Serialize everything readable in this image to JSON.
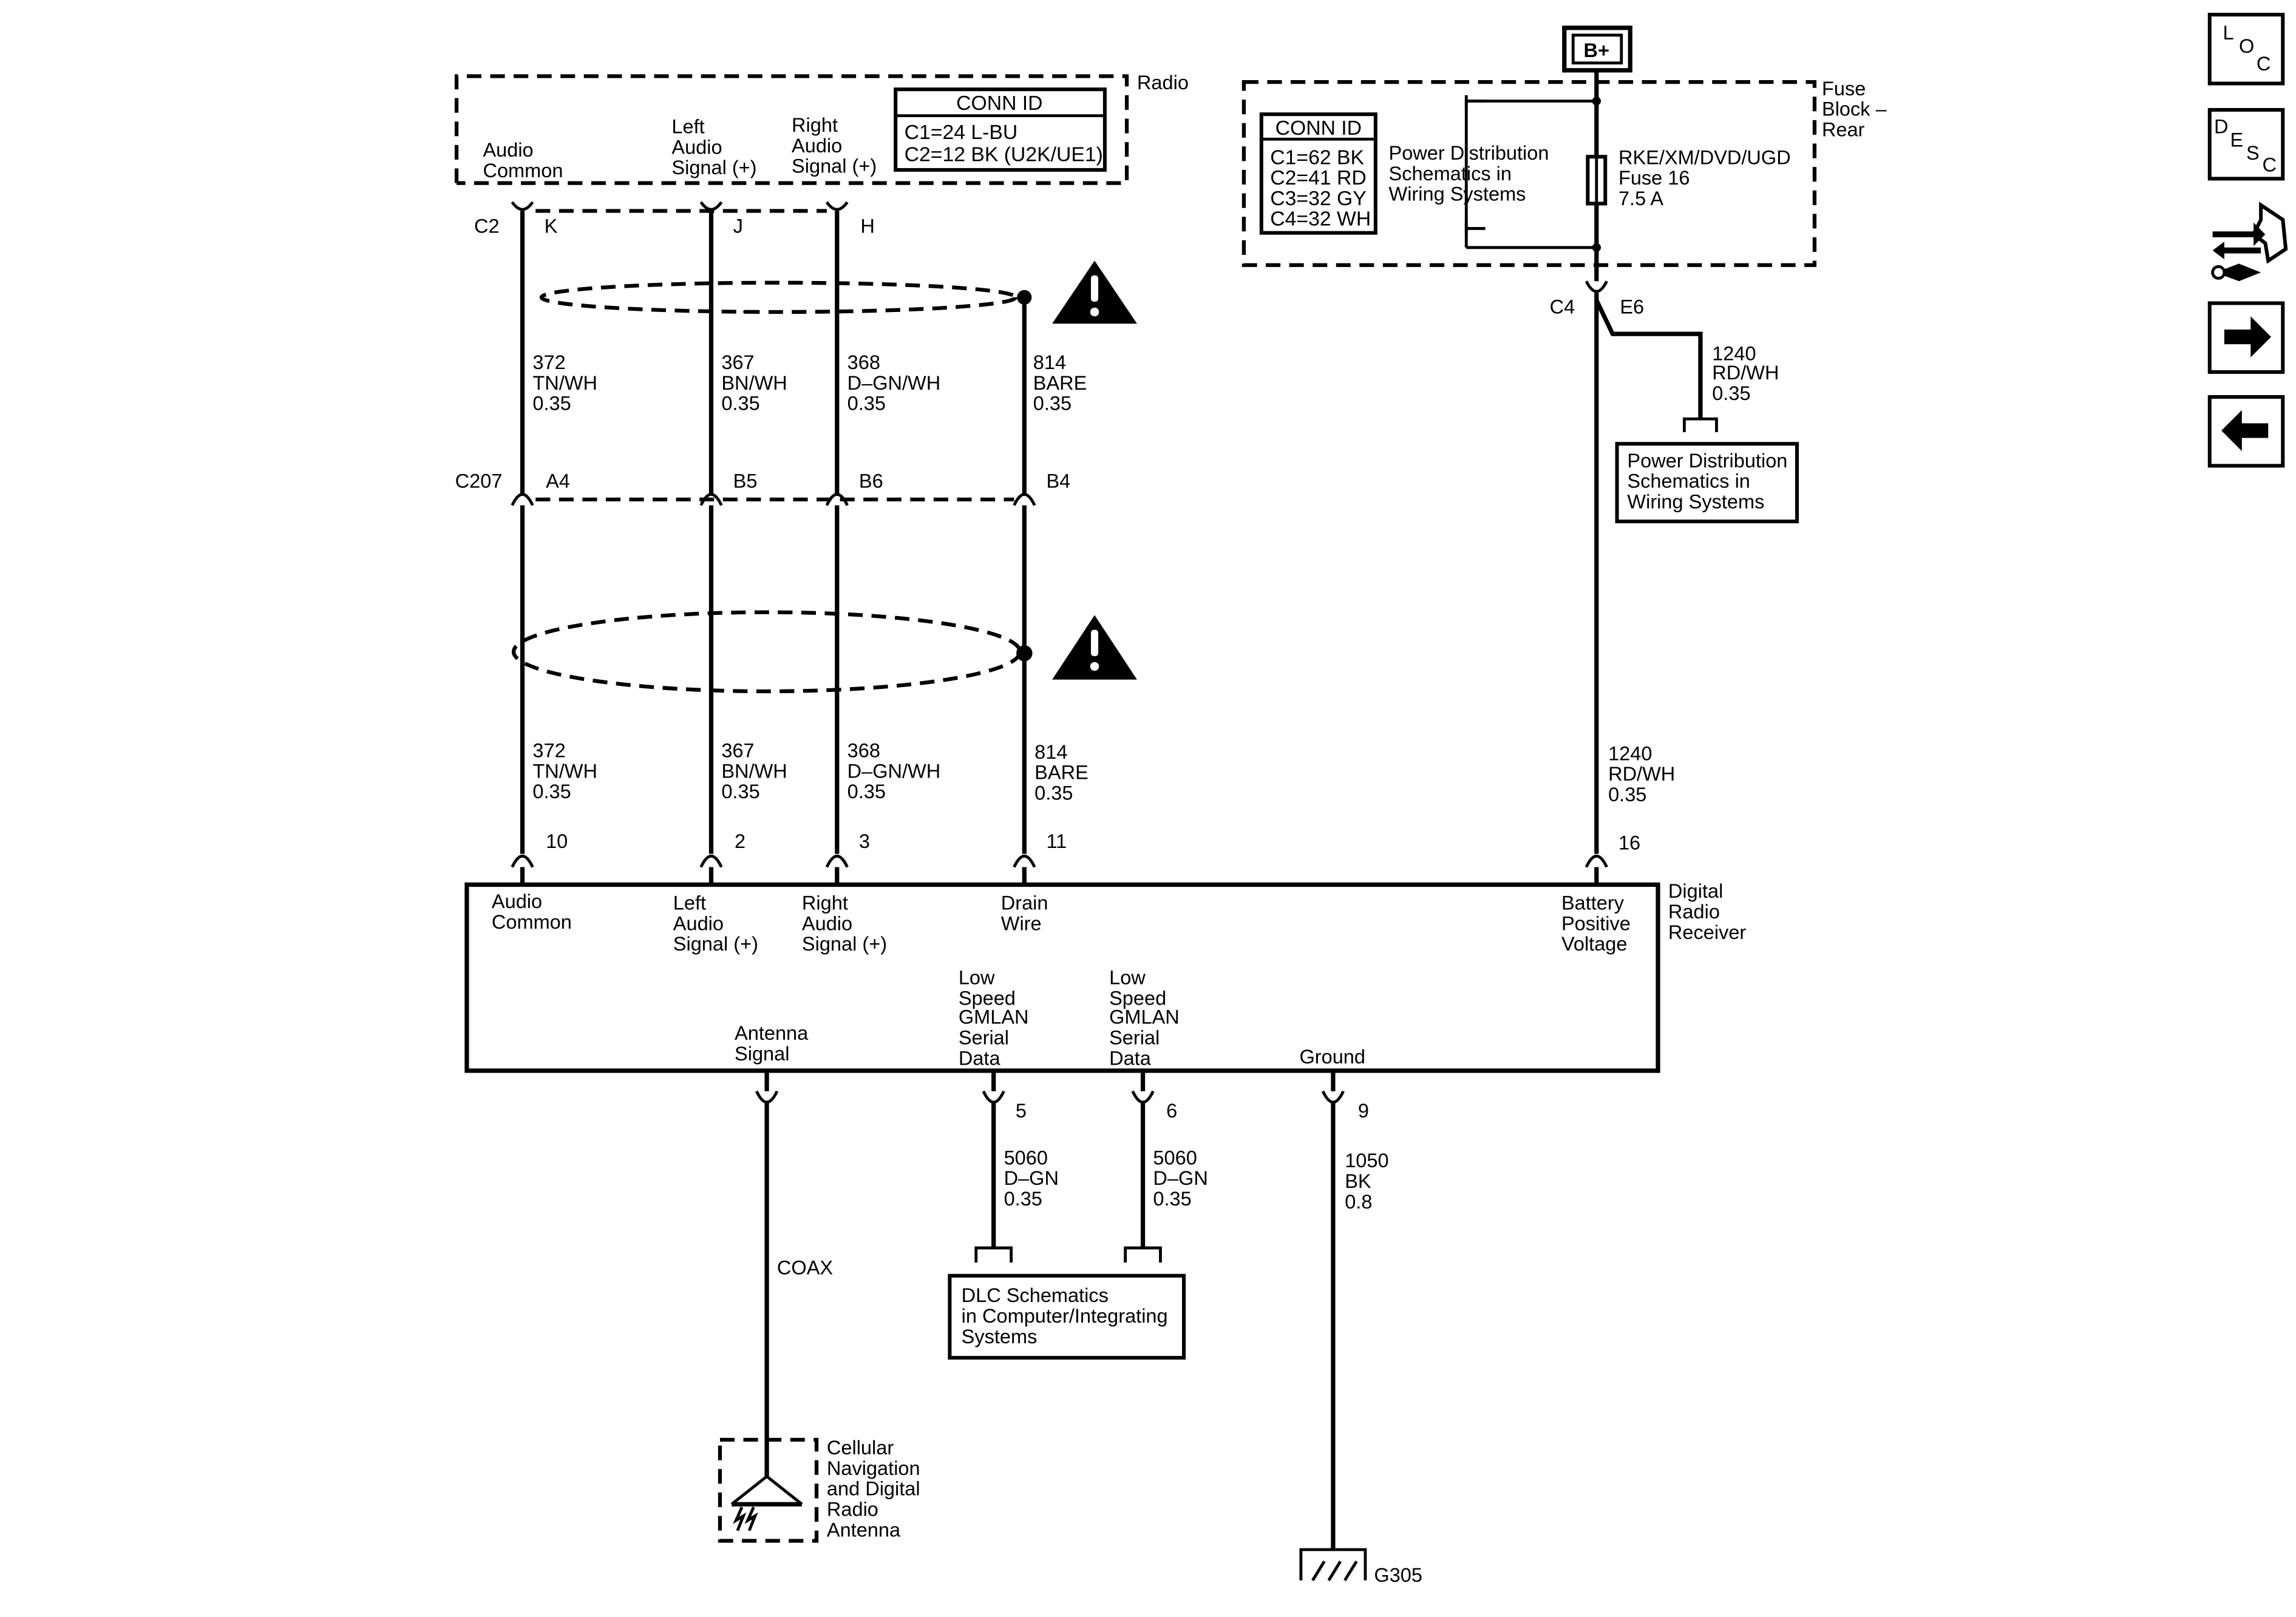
{
  "radio": {
    "name": "Radio",
    "conn_title": "CONN ID",
    "conn_lines": [
      "C1=24 L-BU",
      "C2=12 BK (U2K/UE1)"
    ],
    "pins": [
      {
        "label": [
          "Audio",
          "Common"
        ],
        "pin": "K"
      },
      {
        "label": [
          "Left",
          "Audio",
          "Signal (+)"
        ],
        "pin": "J"
      },
      {
        "label": [
          "Right",
          "Audio",
          "Signal (+)"
        ],
        "pin": "H"
      }
    ],
    "connector": "C2"
  },
  "fuse_block": {
    "name": [
      "Fuse",
      "Block –",
      "Rear"
    ],
    "conn_title": "CONN ID",
    "conn_lines": [
      "C1=62 BK",
      "C2=41 RD",
      "C3=32 GY",
      "C4=32 WH"
    ],
    "power_dist_ref": [
      "Power Distribution",
      "Schematics in",
      "Wiring Systems"
    ],
    "fuse_lines": [
      "RKE/XM/DVD/UGD",
      "Fuse 16",
      "7.5 A"
    ],
    "battery": "B+",
    "connector": "C4",
    "pin": "E6"
  },
  "inline_connector": {
    "name": "C207",
    "pins": [
      "A4",
      "B5",
      "B6",
      "B4"
    ]
  },
  "wires_upper": [
    [
      "372",
      "TN/WH",
      "0.35"
    ],
    [
      "367",
      "BN/WH",
      "0.35"
    ],
    [
      "368",
      "D–GN/WH",
      "0.35"
    ],
    [
      "814",
      "BARE",
      "0.35"
    ]
  ],
  "wires_lower": [
    [
      "372",
      "TN/WH",
      "0.35"
    ],
    [
      "367",
      "BN/WH",
      "0.35"
    ],
    [
      "368",
      "D–GN/WH",
      "0.35"
    ],
    [
      "814",
      "BARE",
      "0.35"
    ]
  ],
  "battery_wire_branch": [
    "1240",
    "RD/WH",
    "0.35"
  ],
  "battery_wire_main": [
    "1240",
    "RD/WH",
    "0.35"
  ],
  "power_dist_box": [
    "Power Distribution",
    "Schematics in",
    "Wiring Systems"
  ],
  "receiver": {
    "name": [
      "Digital",
      "Radio",
      "Receiver"
    ],
    "top_pins": [
      {
        "pin": "10",
        "label": [
          "Audio",
          "Common"
        ]
      },
      {
        "pin": "2",
        "label": [
          "Left",
          "Audio",
          "Signal (+)"
        ]
      },
      {
        "pin": "3",
        "label": [
          "Right",
          "Audio",
          "Signal (+)"
        ]
      },
      {
        "pin": "11",
        "label": [
          "Drain",
          "Wire"
        ]
      },
      {
        "pin": "16",
        "label": [
          "Battery",
          "Positive",
          "Voltage"
        ]
      }
    ],
    "bottom_pins": [
      {
        "pin": "",
        "label": [
          "Antenna",
          "Signal"
        ]
      },
      {
        "pin": "5",
        "label": [
          "Low",
          "Speed",
          "GMLAN",
          "Serial",
          "Data"
        ]
      },
      {
        "pin": "6",
        "label": [
          "Low",
          "Speed",
          "GMLAN",
          "Serial",
          "Data"
        ]
      },
      {
        "pin": "9",
        "label": [
          "Ground"
        ]
      }
    ]
  },
  "gmlan_wires": [
    [
      "5060",
      "D–GN",
      "0.35"
    ],
    [
      "5060",
      "D–GN",
      "0.35"
    ]
  ],
  "ground_wire": [
    "1050",
    "BK",
    "0.8"
  ],
  "coax_label": "COAX",
  "dlc_box": [
    "DLC Schematics",
    "in Computer/Integrating",
    "Systems"
  ],
  "antenna": [
    "Cellular",
    "Navigation",
    "and Digital",
    "Radio",
    "Antenna"
  ],
  "ground": "G305",
  "nav_buttons": [
    {
      "name": "loc-button",
      "letters": [
        "L",
        "O",
        "C"
      ]
    },
    {
      "name": "desc-button",
      "letters": [
        "D",
        "E",
        "S",
        "C"
      ]
    }
  ],
  "colors": {
    "line": "#000000",
    "background": "#ffffff"
  }
}
